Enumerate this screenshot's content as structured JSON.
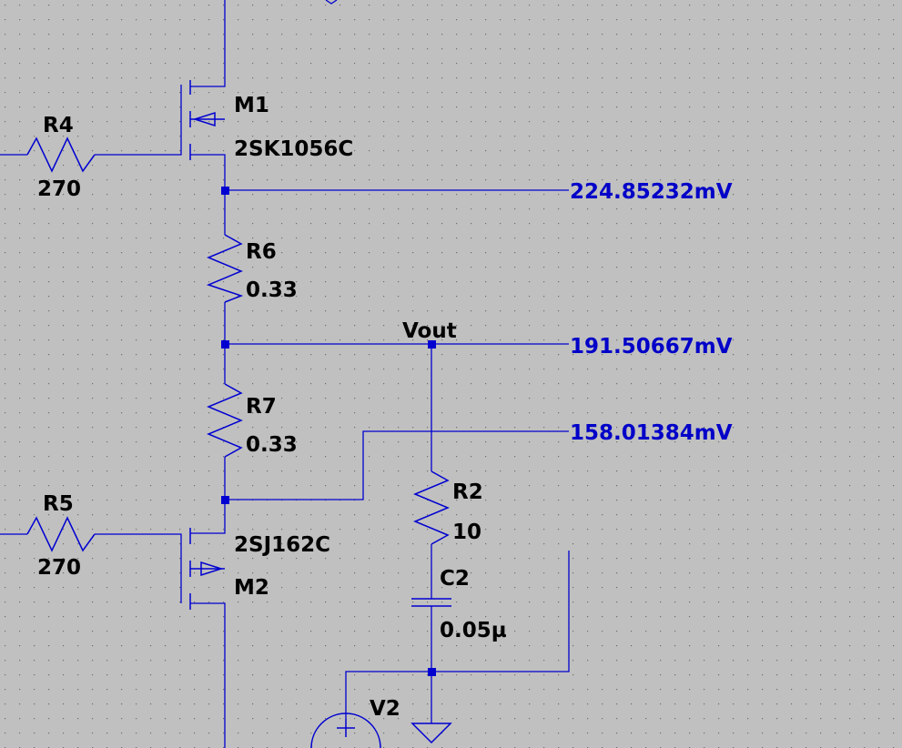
{
  "components": {
    "m1": {
      "ref": "M1",
      "model": "2SK1056C"
    },
    "m2": {
      "ref": "M2",
      "model": "2SJ162C"
    },
    "r4": {
      "ref": "R4",
      "value": "270"
    },
    "r5": {
      "ref": "R5",
      "value": "270"
    },
    "r6": {
      "ref": "R6",
      "value": "0.33"
    },
    "r7": {
      "ref": "R7",
      "value": "0.33"
    },
    "r2": {
      "ref": "R2",
      "value": "10"
    },
    "c2": {
      "ref": "C2",
      "value": "0.05µ"
    },
    "v2": {
      "ref": "V2",
      "symbol": "+"
    }
  },
  "nets": {
    "vout": {
      "label": "Vout"
    }
  },
  "probes": [
    {
      "net": "M1 source",
      "value": "224.85232mV"
    },
    {
      "net": "Vout",
      "value": "191.50667mV"
    },
    {
      "net": "M2 source",
      "value": "158.01384mV"
    }
  ],
  "colors": {
    "background": "#c0c0c0",
    "wire": "#0000d0",
    "probe_text": "#0000c8",
    "label_text": "#000000",
    "grid_dot": "#6e6e6e"
  }
}
